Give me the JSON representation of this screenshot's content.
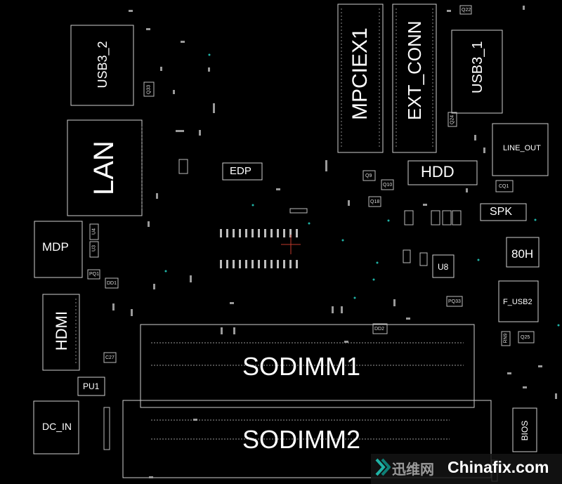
{
  "components": {
    "usb3_2": "USB3_2",
    "lan": "LAN",
    "mdp": "MDP",
    "hdmi": "HDMI",
    "dc_in": "DC_IN",
    "pu1": "PU1",
    "edp": "EDP",
    "mpciex1": "MPCIEX1",
    "ext_conn": "EXT_CONN",
    "usb3_1": "USB3_1",
    "hdd": "HDD",
    "line_out": "LINE_OUT",
    "spk": "SPK",
    "port80h": "80H",
    "f_usb2": "F_USB2",
    "u8": "U8",
    "sodimm1": "SODIMM1",
    "sodimm2": "SODIMM2",
    "bios": "BIOS"
  },
  "small_labels": {
    "q33": "Q33",
    "q22": "Q22",
    "q24": "Q24",
    "q9": "Q9",
    "q10": "Q10",
    "q18": "Q18",
    "cq1": "CQ1",
    "pq1": "PQ1",
    "dd1": "DD1",
    "dd2": "DD2",
    "c27": "C27",
    "q25": "Q25",
    "pq33": "PQ33",
    "u3": "U3",
    "u4": "U4",
    "rn9": "RN9"
  },
  "watermark": {
    "cn": "迅维网",
    "en": "Chinafix.com"
  },
  "colors": {
    "background": "#000000",
    "outline": "#cfcfcf",
    "pad": "#bdbdbd",
    "via": "#1fb3a6"
  }
}
